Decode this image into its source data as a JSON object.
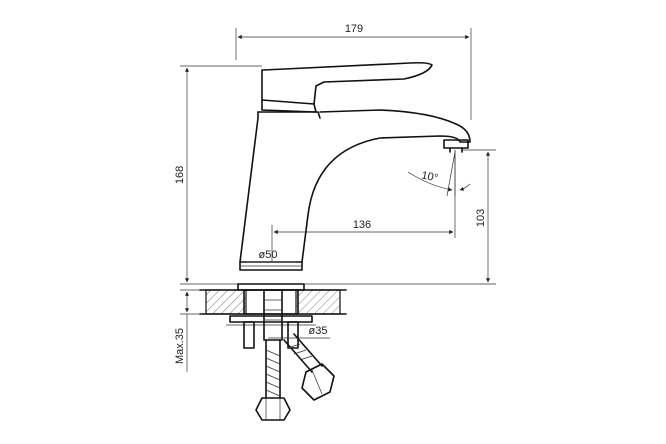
{
  "dimensions": {
    "width_overall": "179",
    "height_overall": "168",
    "spout_height": "103",
    "spout_reach": "136",
    "base_diameter": "ø50",
    "hole_diameter": "ø35",
    "max_countertop": "Max.35",
    "angle": "10°"
  },
  "colors": {
    "line": "#111111",
    "background": "#ffffff"
  }
}
